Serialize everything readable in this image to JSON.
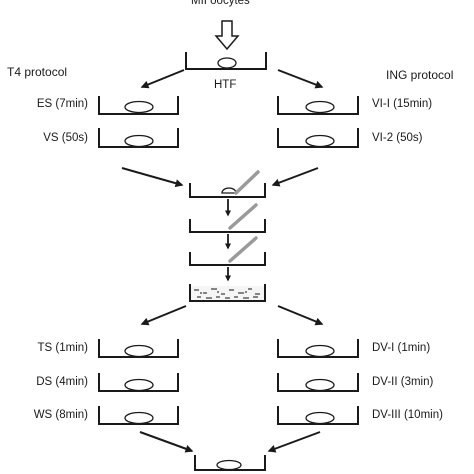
{
  "diagram": {
    "top_label": "MII oocytes",
    "start_dish_label": "HTF",
    "left_protocol": {
      "title": "T4 protocol",
      "steps_top": [
        "ES (7min)",
        "VS (50s)"
      ],
      "steps_bottom": [
        "TS (1min)",
        "DS (4min)",
        "WS (8min)"
      ]
    },
    "right_protocol": {
      "title": "ING protocol",
      "steps_top": [
        "VI-I (15min)",
        "VI-2 (50s)"
      ],
      "steps_bottom": [
        "DV-I (1min)",
        "DV-II (3min)",
        "DV-III (10min)"
      ]
    }
  }
}
